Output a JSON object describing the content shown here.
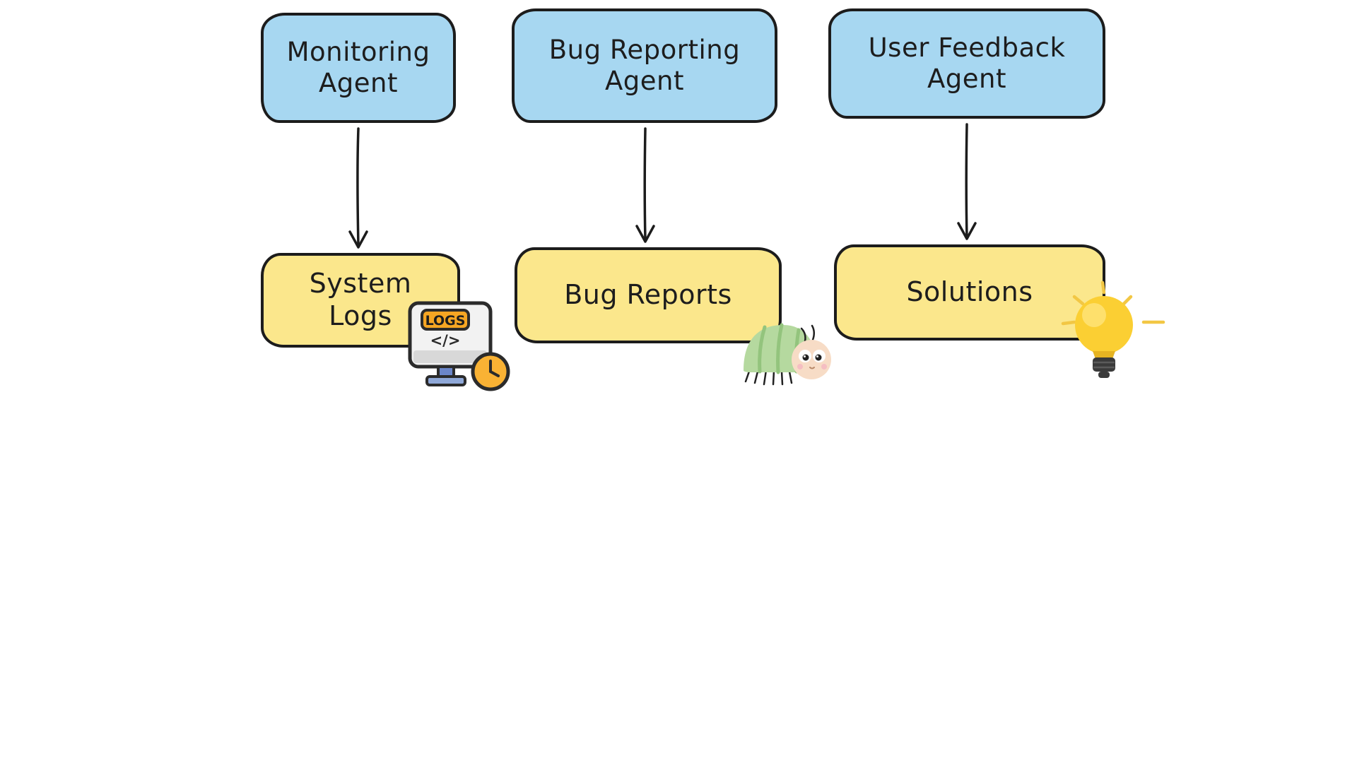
{
  "diagram": {
    "agents": [
      {
        "label": "Monitoring\nAgent"
      },
      {
        "label": "Bug Reporting\nAgent"
      },
      {
        "label": "User Feedback\nAgent"
      }
    ],
    "artifacts": [
      {
        "label": "System\nLogs"
      },
      {
        "label": "Bug Reports"
      },
      {
        "label": "Solutions"
      }
    ],
    "icons": {
      "logs_monitor": {
        "badge": "LOGS",
        "code": "</>"
      },
      "bug": {
        "name": "bug-icon"
      },
      "lightbulb": {
        "name": "lightbulb-icon"
      }
    },
    "colors": {
      "agent_fill": "#a7d7f1",
      "artifact_fill": "#fbe78c",
      "stroke": "#1c1c1c",
      "badge_fill": "#f6a623",
      "bug_body": "#b5d99f",
      "bulb_fill": "#fbcf33"
    }
  }
}
